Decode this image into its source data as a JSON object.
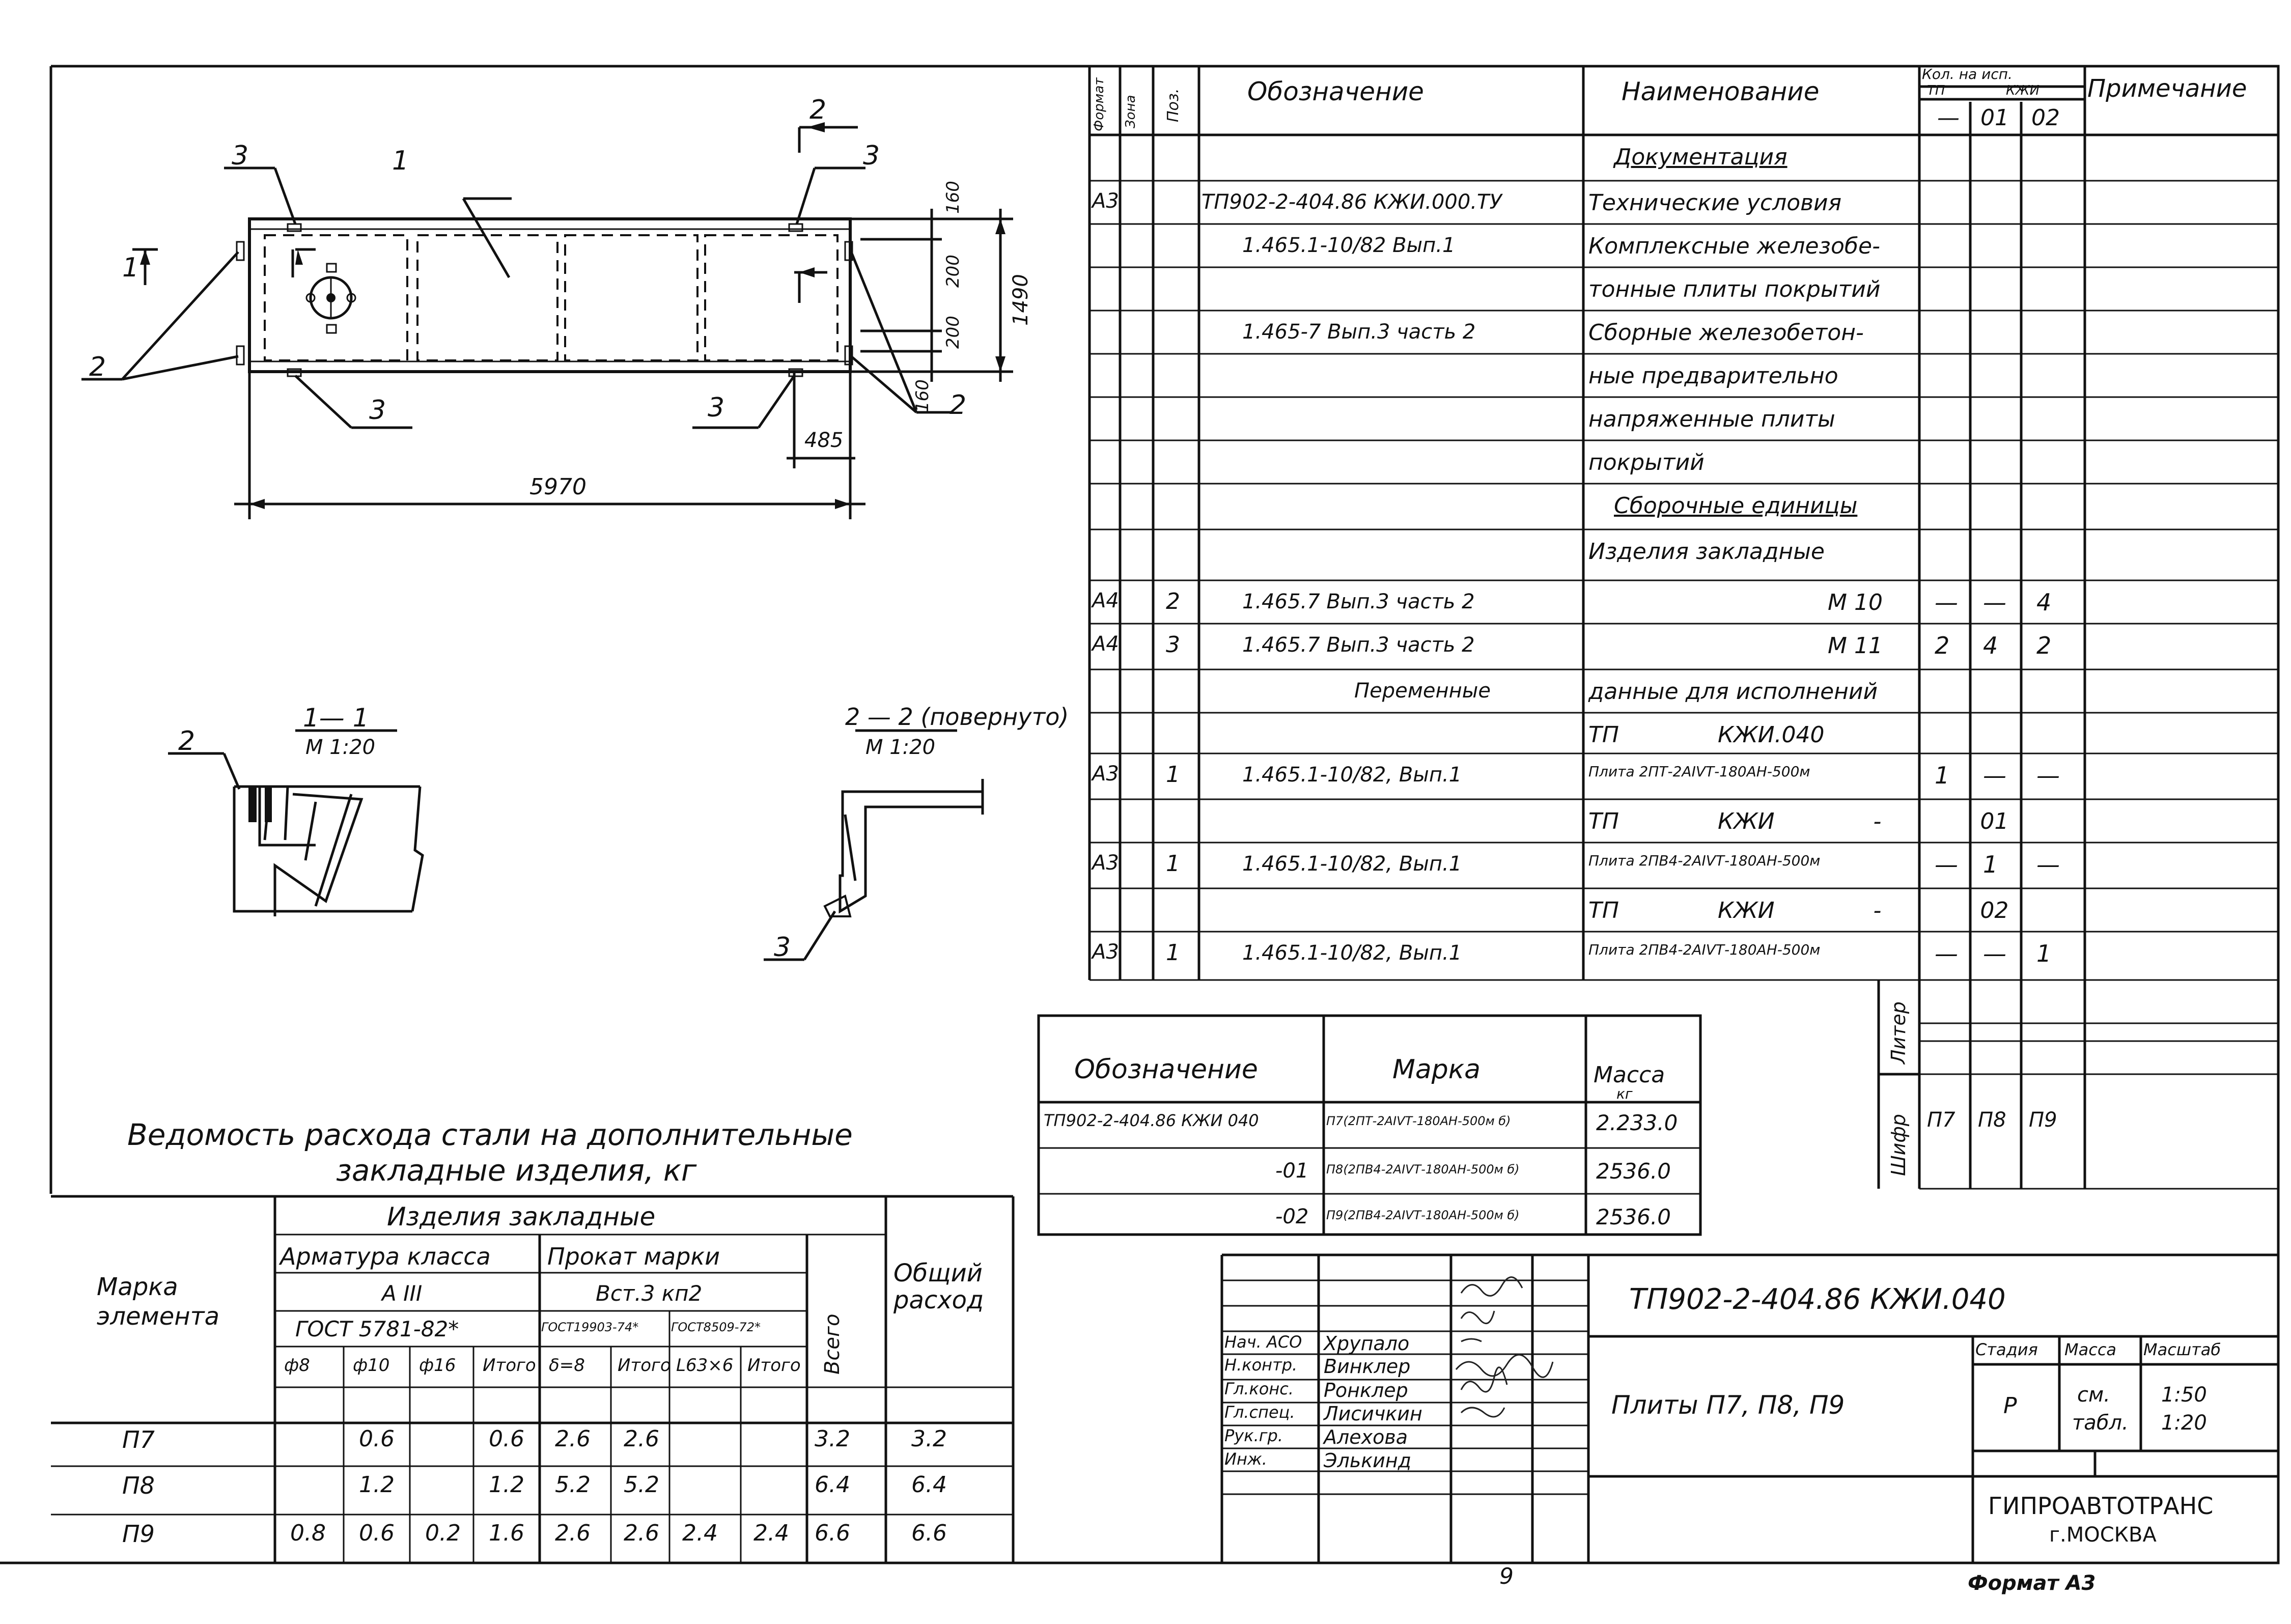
{
  "drawing": {
    "labels": {
      "pos1": "1",
      "pos2a": "2",
      "pos2b": "2",
      "pos3a": "3",
      "pos3b": "3",
      "pos3c": "3",
      "pos3d": "3",
      "cut1": "1",
      "cut2": "2",
      "dim_160a": "160",
      "dim_200a": "200",
      "dim_200b": "200",
      "dim_160b": "160",
      "dim_1490": "1490",
      "dim_485": "485",
      "dim_5970": "5970"
    },
    "section1": {
      "title": "1— 1",
      "scale": "М 1:20",
      "pos": "2"
    },
    "section2": {
      "title": "2 — 2 (повернуто)",
      "scale": "М 1:20",
      "pos": "3"
    }
  },
  "spec": {
    "headers": {
      "format": "Формат",
      "zone": "Зона",
      "pos": "Поз.",
      "designation": "Обозначение",
      "name": "Наименование",
      "qty_title": "Кол. на исп.",
      "qty_tp": "ТП",
      "qty_kzhi": "КЖИ",
      "note": "Примечание",
      "col_dash": "—",
      "col_01": "01",
      "col_02": "02"
    },
    "rows": [
      {
        "format": "",
        "pos": "",
        "designation": "",
        "name": "Документация",
        "q1": "",
        "q2": "",
        "q3": ""
      },
      {
        "format": "А3",
        "pos": "",
        "designation": "ТП902-2-404.86 КЖИ.000.ТУ",
        "name": "Технические условия",
        "q1": "",
        "q2": "",
        "q3": ""
      },
      {
        "format": "",
        "pos": "",
        "designation": "1.465.1-10/82 Вып.1",
        "name": "Комплексные железобе-",
        "q1": "",
        "q2": "",
        "q3": ""
      },
      {
        "format": "",
        "pos": "",
        "designation": "",
        "name": "тонные плиты покрытий",
        "q1": "",
        "q2": "",
        "q3": ""
      },
      {
        "format": "",
        "pos": "",
        "designation": "1.465-7 Вып.3 часть 2",
        "name": "Сборные железобетон-",
        "q1": "",
        "q2": "",
        "q3": ""
      },
      {
        "format": "",
        "pos": "",
        "designation": "",
        "name": "ные предварительно",
        "q1": "",
        "q2": "",
        "q3": ""
      },
      {
        "format": "",
        "pos": "",
        "designation": "",
        "name": "напряженные плиты",
        "q1": "",
        "q2": "",
        "q3": ""
      },
      {
        "format": "",
        "pos": "",
        "designation": "",
        "name": "покрытий",
        "q1": "",
        "q2": "",
        "q3": ""
      },
      {
        "format": "",
        "pos": "",
        "designation": "",
        "name": "Сборочные единицы",
        "q1": "",
        "q2": "",
        "q3": ""
      },
      {
        "format": "",
        "pos": "",
        "designation": "",
        "name": "Изделия закладные",
        "q1": "",
        "q2": "",
        "q3": ""
      },
      {
        "format": "А4",
        "pos": "2",
        "designation": "1.465.7 Вып.3 часть 2",
        "name": "М 10",
        "q1": "—",
        "q2": "—",
        "q3": "4"
      },
      {
        "format": "А4",
        "pos": "3",
        "designation": "1.465.7 Вып.3 часть 2",
        "name": "М 11",
        "q1": "2",
        "q2": "4",
        "q3": "2"
      },
      {
        "format": "",
        "pos": "",
        "designation": "Переменные",
        "name": "данные для исполнений",
        "q1": "",
        "q2": "",
        "q3": ""
      },
      {
        "format": "",
        "pos": "",
        "designation": "",
        "name": "ТП КЖИ.040",
        "q1": "",
        "q2": "",
        "q3": ""
      },
      {
        "format": "А3",
        "pos": "1",
        "designation": "1.465.1-10/82, Вып.1",
        "name": "Плита 2ПТ-2АIVТ-180АН-500м",
        "q1": "1",
        "q2": "—",
        "q3": "—"
      },
      {
        "format": "",
        "pos": "",
        "designation": "",
        "name": "ТП КЖИ - 01",
        "q1": "",
        "q2": "",
        "q3": ""
      },
      {
        "format": "А3",
        "pos": "1",
        "designation": "1.465.1-10/82, Вып.1",
        "name": "Плита 2ПВ4-2АIVТ-180АН-500м",
        "q1": "—",
        "q2": "1",
        "q3": "—"
      },
      {
        "format": "",
        "pos": "",
        "designation": "",
        "name": "ТП КЖИ - 02",
        "q1": "",
        "q2": "",
        "q3": ""
      },
      {
        "format": "А3",
        "pos": "1",
        "designation": "1.465.1-10/82, Вып.1",
        "name": "Плита 2ПВ4-2АIVТ-180АН-500м",
        "q1": "—",
        "q2": "—",
        "q3": "1"
      }
    ],
    "side": {
      "liter": "Литер",
      "shifr": "Шифр",
      "p7": "П7",
      "p8": "П8",
      "p9": "П9"
    }
  },
  "mass_table": {
    "headers": {
      "designation": "Обозначение",
      "mark": "Марка",
      "mass": "Масса",
      "unit": "кг"
    },
    "rows": [
      {
        "designation": "ТП902-2-404.86 КЖИ 040",
        "mark": "П7(2ПТ-2АIVТ-180АН-500м б)",
        "mass": "2.233.0"
      },
      {
        "designation": "-01",
        "mark": "П8(2ПВ4-2АIVТ-180АН-500м б)",
        "mass": "2536.0"
      },
      {
        "designation": "-02",
        "mark": "П9(2ПВ4-2АIVТ-180АН-500м б)",
        "mass": "2536.0"
      }
    ]
  },
  "steel": {
    "title1": "Ведомость расхода стали на дополнительные",
    "title2": "закладные изделия, кг",
    "h_mark": "Марка элемента",
    "h_items": "Изделия закладные",
    "h_armature": "Арматура класса",
    "h_a3": "А III",
    "h_gost5781": "ГОСТ 5781-82*",
    "h_prokat": "Прокат марки",
    "h_vst": "Вст.3 кп2",
    "h_gost19903": "ГОСТ19903-74*",
    "h_gost8509": "ГОСТ8509-72*",
    "h_total": "Всего",
    "h_common": "Общий расход",
    "sub": [
      "ф8",
      "ф10",
      "ф16",
      "Итого",
      "δ=8",
      "Итого",
      "L63×6",
      "Итого"
    ],
    "rows": [
      {
        "mark": "П7",
        "v": [
          "",
          "0.6",
          "",
          "0.6",
          "2.6",
          "2.6",
          "",
          ""
        ],
        "total": "3.2",
        "common": "3.2"
      },
      {
        "mark": "П8",
        "v": [
          "",
          "1.2",
          "",
          "1.2",
          "5.2",
          "5.2",
          "",
          ""
        ],
        "total": "6.4",
        "common": "6.4"
      },
      {
        "mark": "П9",
        "v": [
          "0.8",
          "0.6",
          "0.2",
          "1.6",
          "2.6",
          "2.6",
          "2.4",
          "2.4"
        ],
        "total": "6.6",
        "common": "6.6"
      }
    ]
  },
  "title_block": {
    "code": "ТП902-2-404.86   КЖИ.040",
    "name": "Плиты П7, П8, П9",
    "h_stage": "Стадия",
    "h_mass": "Масса",
    "h_scale": "Масштаб",
    "stage": "Р",
    "mass1": "см.",
    "mass2": "табл.",
    "scale1": "1:50",
    "scale2": "1:20",
    "org1": "ГИПРОАВТОТРАНС",
    "org2": "г.МОСКВА",
    "staff": [
      {
        "role": "Нач. АСО",
        "name": "Хрупало"
      },
      {
        "role": "Н.контр.",
        "name": "Винклер"
      },
      {
        "role": "Гл.конс.",
        "name": "Ронклер"
      },
      {
        "role": "Гл.спец.",
        "name": "Лисичкин"
      },
      {
        "role": "Рук.гр.",
        "name": "Алехова"
      },
      {
        "role": "Инж.",
        "name": "Элькинд"
      }
    ]
  },
  "footer": {
    "page": "9",
    "format": "Формат А3"
  }
}
